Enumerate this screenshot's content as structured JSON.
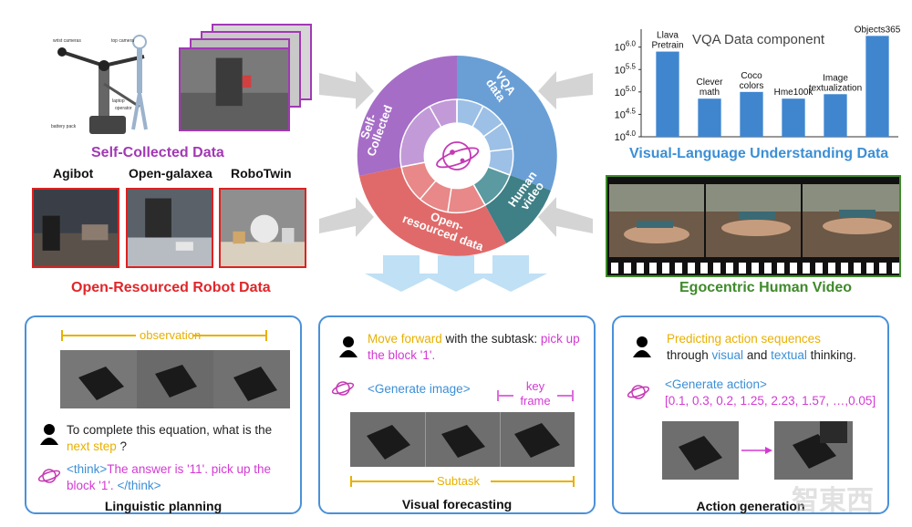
{
  "top_left": {
    "self_collected_title": "Self-Collected Data",
    "robot_labels": [
      "wrist cameras",
      "top camera",
      "laptop",
      "operator",
      "battery pack"
    ],
    "sources": [
      "Agibot",
      "Open-galaxea",
      "RoboTwin"
    ],
    "open_resourced_title": "Open-Resourced Robot Data"
  },
  "wheel": {
    "segments": [
      {
        "label": "VQA data",
        "color": "#6a9fd6"
      },
      {
        "label": "Human video",
        "color": "#3f7f86"
      },
      {
        "label": "Open-resourced data",
        "color": "#e06a6a"
      },
      {
        "label": "Self-Collected",
        "color": "#a66dc6"
      }
    ]
  },
  "chart": {
    "title": "VQA Data component",
    "caption": "Visual-Language Understanding Data"
  },
  "chart_data": {
    "type": "bar",
    "title": "VQA Data component",
    "categories": [
      "Llava Pretrain",
      "Clever math",
      "Coco colors",
      "Hme100k",
      "Image textualization",
      "Objects365"
    ],
    "values": [
      5.9,
      4.85,
      5.0,
      4.85,
      4.95,
      6.25
    ],
    "yscale": "log10",
    "ylim": [
      4.0,
      6.4
    ],
    "yticks": [
      "10^4.0",
      "10^4.5",
      "10^5.0",
      "10^5.5",
      "10^6.0"
    ],
    "xlabel": "",
    "ylabel": "",
    "bar_color": "#3f86cf"
  },
  "egocentric": {
    "title": "Egocentric Human Video"
  },
  "panel1": {
    "observation_label": "observation",
    "question_a": "To complete this equation, what is the",
    "question_b": "next step",
    "question_c": " ?",
    "think_open": "<think>",
    "think_body": "The answer is '11'. pick up the block '1'.",
    "think_close": " </think>",
    "caption": "Linguistic planning"
  },
  "panel2": {
    "instr_a": "Move forward",
    "instr_b": " with the subtask: ",
    "instr_c": "pick up the block '1'.",
    "generate": "<Generate image>",
    "key_frame": "key frame",
    "subtask": "Subtask",
    "caption": "Visual forecasting"
  },
  "panel3": {
    "instr_a": "Predicting action sequences",
    "instr_b": "through ",
    "instr_c": "visual",
    "instr_d": " and ",
    "instr_e": "textual",
    "instr_f": " thinking.",
    "generate": "<Generate action>",
    "actions": "[0.1, 0.3, 0.2, 1.25, 2.23, 1.57, …,0.05]",
    "caption": "Action generation"
  },
  "watermark": "智東西"
}
